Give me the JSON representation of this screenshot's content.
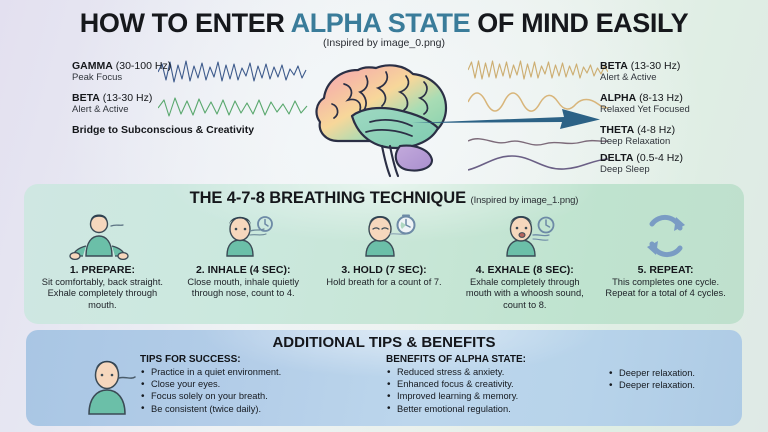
{
  "header": {
    "title_part1": "HOW TO ENTER ",
    "title_accent": "ALPHA STATE",
    "title_part2": " OF MIND EASILY",
    "subtitle": "(Inspired by image_0.png)",
    "accent_color": "#3a7c9a"
  },
  "brainwaves": {
    "left": [
      {
        "name": "GAMMA",
        "range": "(30-100 Hz)",
        "desc": "Peak Focus"
      },
      {
        "name": "BETA",
        "range": "(13-30 Hz)",
        "desc": "Alert & Active"
      }
    ],
    "bridge_note": "Bridge to Subconscious & Creativity",
    "right": [
      {
        "name": "BETA",
        "range": "(13-30 Hz)",
        "desc": "Alert & Active"
      },
      {
        "name": "ALPHA",
        "range": "(8-13 Hz)",
        "desc": "Relaxed Yet Focused"
      },
      {
        "name": "THETA",
        "range": "(4-8 Hz)",
        "desc": "Deep Relaxation"
      },
      {
        "name": "DELTA",
        "range": "(0.5-4 Hz)",
        "desc": "Deep Sleep"
      }
    ],
    "arrow_color": "#2c6286",
    "brain_icon": "brain-icon"
  },
  "breathing": {
    "heading": "THE 4-7-8 BREATHING TECHNIQUE",
    "heading_note": "(Inspired by image_1.png)",
    "steps": [
      {
        "title": "1. PREPARE:",
        "desc": "Sit comfortably, back straight. Exhale completely through mouth.",
        "icon": "meditating-person-icon"
      },
      {
        "title": "2. INHALE (4 SEC):",
        "desc": "Close mouth, inhale quietly through nose, count to 4.",
        "icon": "inhale-nose-icon"
      },
      {
        "title": "3. HOLD (7 SEC):",
        "desc": "Hold breath for a count of 7.",
        "icon": "hold-breath-stopwatch-icon"
      },
      {
        "title": "4. EXHALE (8 SEC):",
        "desc": "Exhale completely through mouth with a whoosh sound, count to 8.",
        "icon": "exhale-mouth-icon"
      },
      {
        "title": "5. REPEAT:",
        "desc": "This completes one cycle. Repeat for a total of 4 cycles.",
        "icon": "repeat-cycle-icon"
      }
    ]
  },
  "tips": {
    "heading": "ADDITIONAL TIPS & BENEFITS",
    "person_icon": "person-bust-icon",
    "columns": [
      {
        "head": "TIPS FOR SUCCESS:",
        "items": [
          "Practice in a quiet environment.",
          "Close your eyes.",
          "Focus solely on your breath.",
          "Be consistent (twice daily)."
        ]
      },
      {
        "head": "BENEFITS OF ALPHA STATE:",
        "items": [
          "Reduced stress & anxiety.",
          "Enhanced focus & creativity.",
          "Improved learning & memory.",
          "Better emotional regulation."
        ]
      },
      {
        "head": "",
        "items": [
          "Deeper relaxation.",
          "Deeper relaxation."
        ]
      }
    ]
  }
}
